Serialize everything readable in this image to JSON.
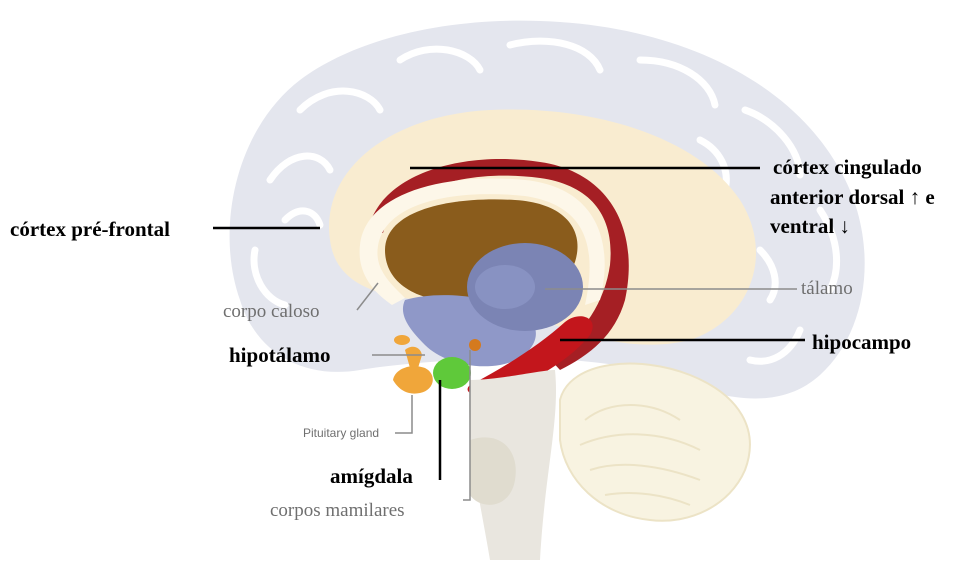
{
  "labels": {
    "cortex_pre_frontal": "córtex pré-frontal",
    "cortex_cingulado_1": "córtex cingulado",
    "cortex_cingulado_2": "anterior dorsal ↑ e",
    "cortex_cingulado_3": "ventral ↓",
    "talamo": "tálamo",
    "corpo_caloso": "corpo caloso",
    "hipotalamo": "hipotálamo",
    "hipocampo": "hipocampo",
    "pituitary_gland": "Pituitary gland",
    "amigdala": "amígdala",
    "corpos_mamilares": "corpos mamilares"
  },
  "colors": {
    "brain_gray": "#e4e6ee",
    "brain_fold": "#ffffff",
    "limbic_lobe": "#f9ecd0",
    "corpus_callosum": "#fdf7e9",
    "fornix_red": "#a51f24",
    "ventricle_brown": "#8a5c1c",
    "thalamus_blue": "#7b84b4",
    "hypothalamus_blue": "#8f98c8",
    "hippocampus_red": "#c3161c",
    "amygdala_green": "#5fc93a",
    "pituitary_orange": "#f0a63a",
    "mammillary_orange": "#d47a1e",
    "cerebellum": "#f8f3e1",
    "brainstem": "#e9e6df",
    "leader_black": "#000000",
    "leader_grey": "#8c8c8c"
  }
}
